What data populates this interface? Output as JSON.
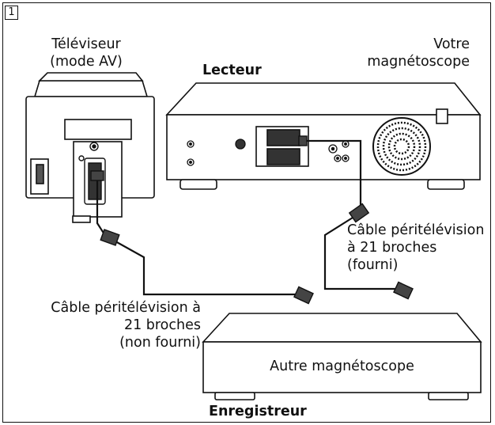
{
  "step_number": "1",
  "tv": {
    "line1": "Téléviseur",
    "line2": "(mode AV)"
  },
  "player": {
    "label": "Lecteur"
  },
  "vcr": {
    "line1": "Votre",
    "line2": "magnétoscope"
  },
  "cable_right": {
    "line1": "Câble péritélévision",
    "line2": "à 21 broches",
    "line3": "(fourni)"
  },
  "cable_left": {
    "line1": "Câble péritélévision à",
    "line2": "21 broches",
    "line3": "(non fourni)"
  },
  "other_vcr": {
    "label": "Autre magnétoscope"
  },
  "recorder": {
    "label": "Enregistreur"
  }
}
